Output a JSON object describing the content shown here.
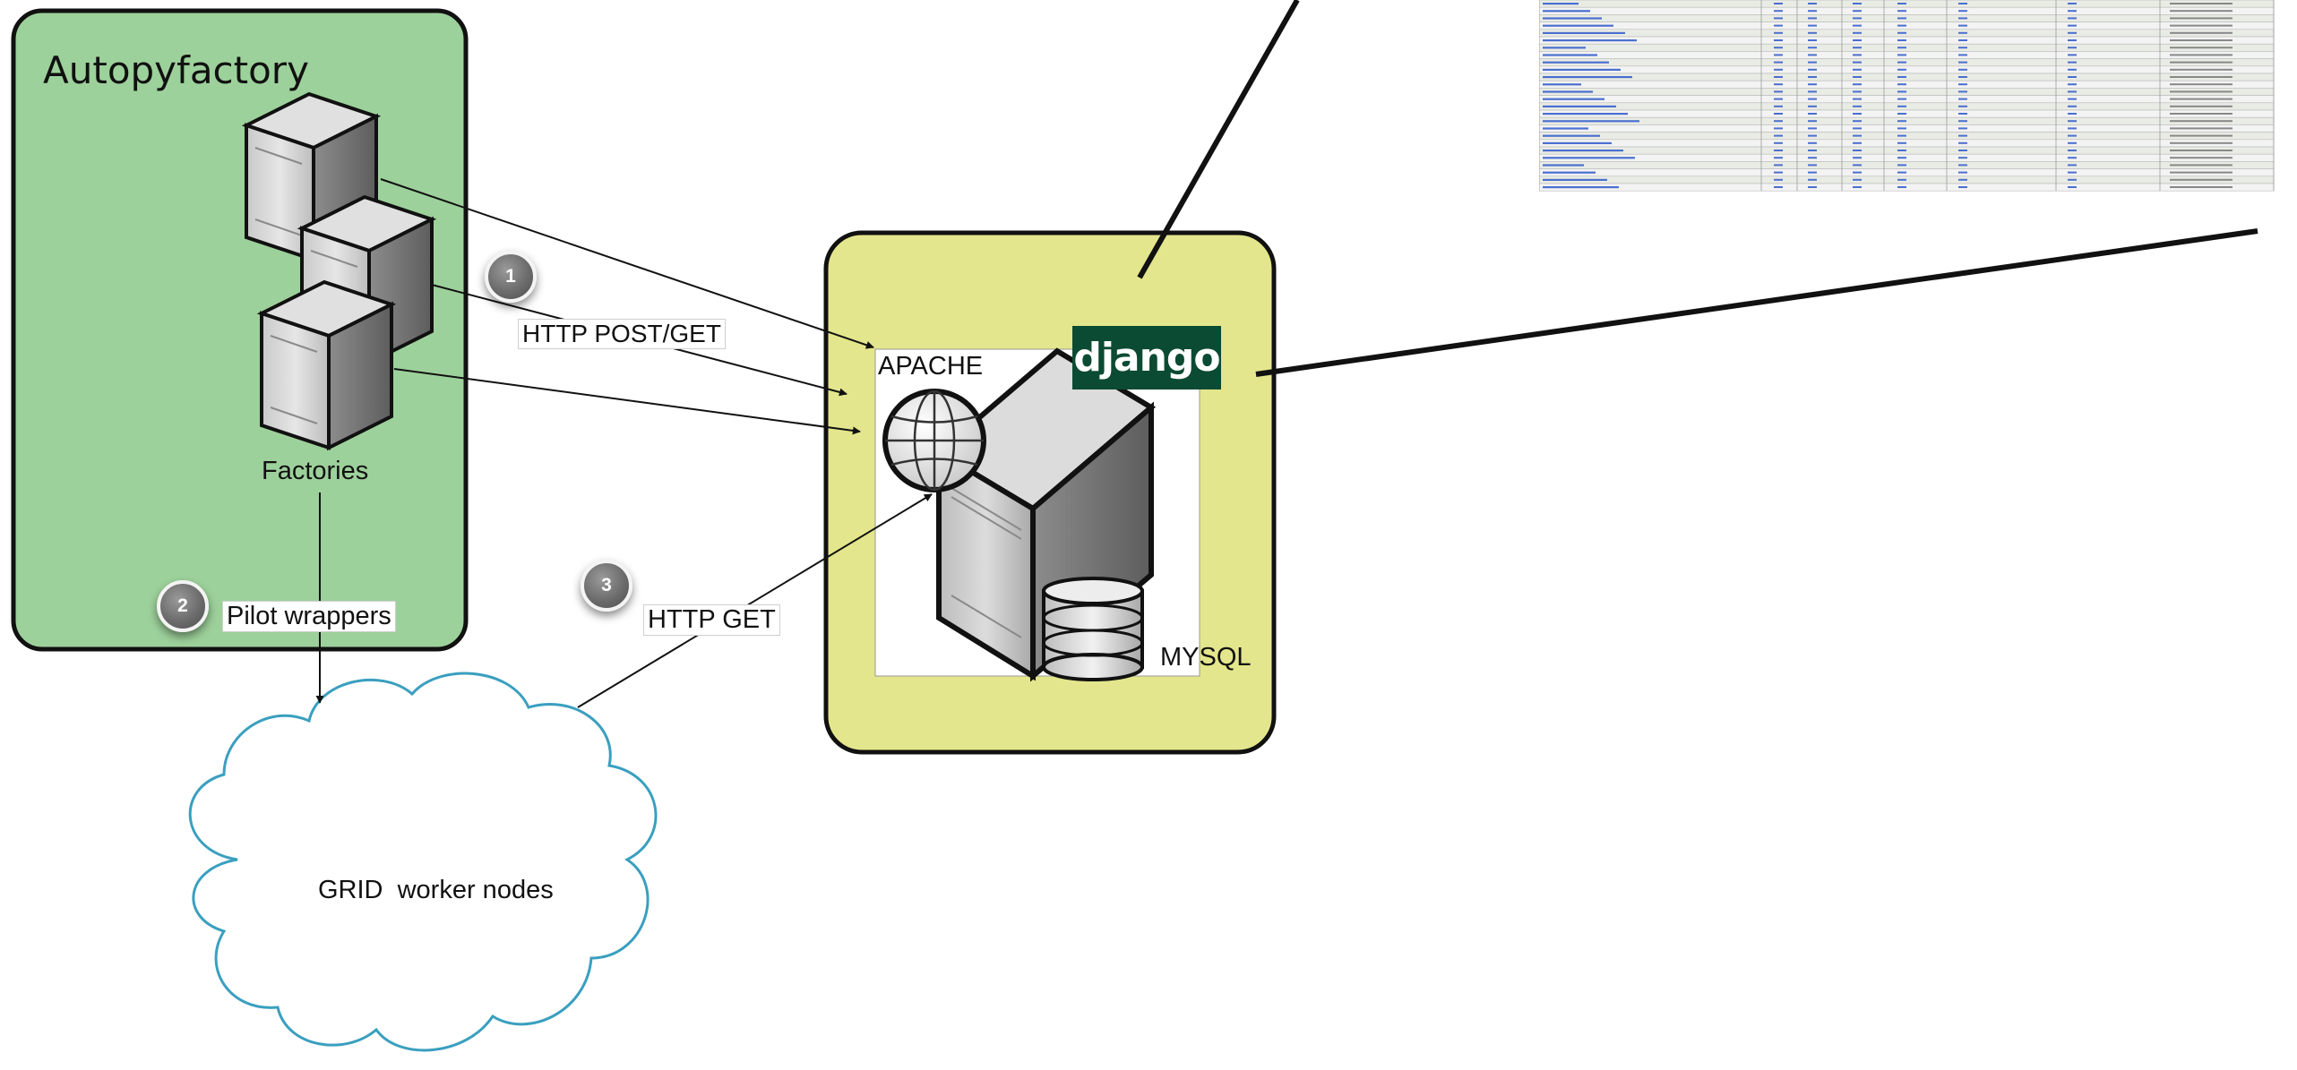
{
  "autopyfactory": {
    "title": "Autopyfactory",
    "factories_label": "Factories",
    "fill": "#9dd19b"
  },
  "steps": {
    "step1": {
      "number": "1",
      "label": "HTTP POST/GET"
    },
    "step2": {
      "number": "2",
      "label": "Pilot wrappers"
    },
    "step3": {
      "number": "3",
      "label": "HTTP GET"
    }
  },
  "server": {
    "fill": "#e3e68c",
    "apache_label": "APACHE",
    "django_logo": "django",
    "mysql_label": "MYSQL",
    "django_color": "#0c4b33"
  },
  "grid": {
    "label": "GRID  worker nodes",
    "outline": "#3a9fbf"
  },
  "icons": [
    "server-icon",
    "globe-icon",
    "database-icon",
    "cloud-icon",
    "django-logo"
  ]
}
